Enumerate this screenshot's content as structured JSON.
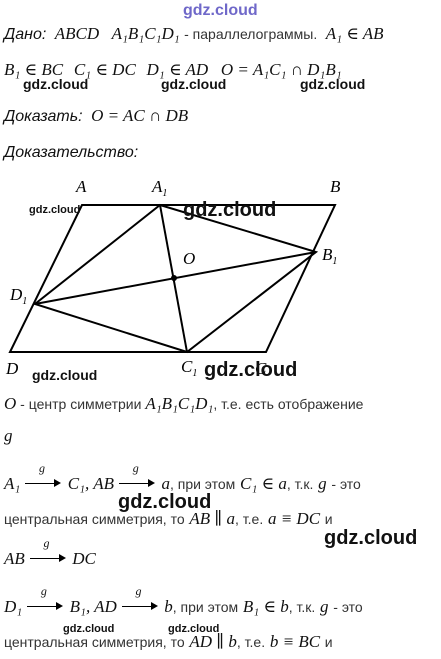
{
  "watermark": {
    "top": "gdz.cloud",
    "text": "gdz.cloud"
  },
  "given": {
    "label": "Дано",
    "quad": "ABCD",
    "quad1": "A₁B₁C₁D₁",
    "text": "- параллелограммы.",
    "cond1": "A₁ ∈ AB",
    "cond2": "B₁ ∈ BC",
    "cond3": "C₁ ∈ DC",
    "cond4": "D₁ ∈ AD",
    "cond5": "O = A₁C₁ ∩ D₁B₁"
  },
  "prove": {
    "label": "Доказать",
    "statement": "O = AC ∩ DB"
  },
  "proof": {
    "label": "Доказательство"
  },
  "figure": {
    "points": {
      "A": "A",
      "A1": "A",
      "B": "B",
      "B1": "B",
      "C": "C",
      "C1": "C",
      "D": "D",
      "D1": "D",
      "O": "O",
      "sub": "1"
    }
  },
  "text_lines": {
    "l1_a": "O",
    "l1_b": "- центр симметрии",
    "l1_c": "A₁B₁C₁D₁",
    "l1_d": ", т.е. есть  отображение",
    "l2": "g",
    "l3_a": "A₁",
    "l3_g": "g",
    "l3_b": "C₁",
    "l3_c": ", AB",
    "l3_d": "a",
    "l3_e": ", при этом",
    "l3_f": "C₁ ∈ a",
    "l3_h": ", т.к.",
    "l3_i": "g",
    "l3_j": "- это",
    "l4_a": "центральная симметрия, то",
    "l4_b": "AB ∥ a",
    "l4_c": ", т.е.",
    "l4_d": "a ≡ DC",
    "l4_e": "и",
    "l5_a": "AB",
    "l5_g": "g",
    "l5_b": "DC",
    "l6_a": "D₁",
    "l6_g": "g",
    "l6_b": "B₁",
    "l6_c": ", AD",
    "l6_d": "b",
    "l6_e": ", при этом",
    "l6_f": "B₁ ∈ b",
    "l6_h": ", т.к.",
    "l6_i": "g",
    "l6_j": "- это",
    "l7_a": "центральная симметрия, то",
    "l7_b": "AD ∥ b",
    "l7_c": ", т.е.",
    "l7_d": "b ≡ BC",
    "l7_e": "и"
  }
}
